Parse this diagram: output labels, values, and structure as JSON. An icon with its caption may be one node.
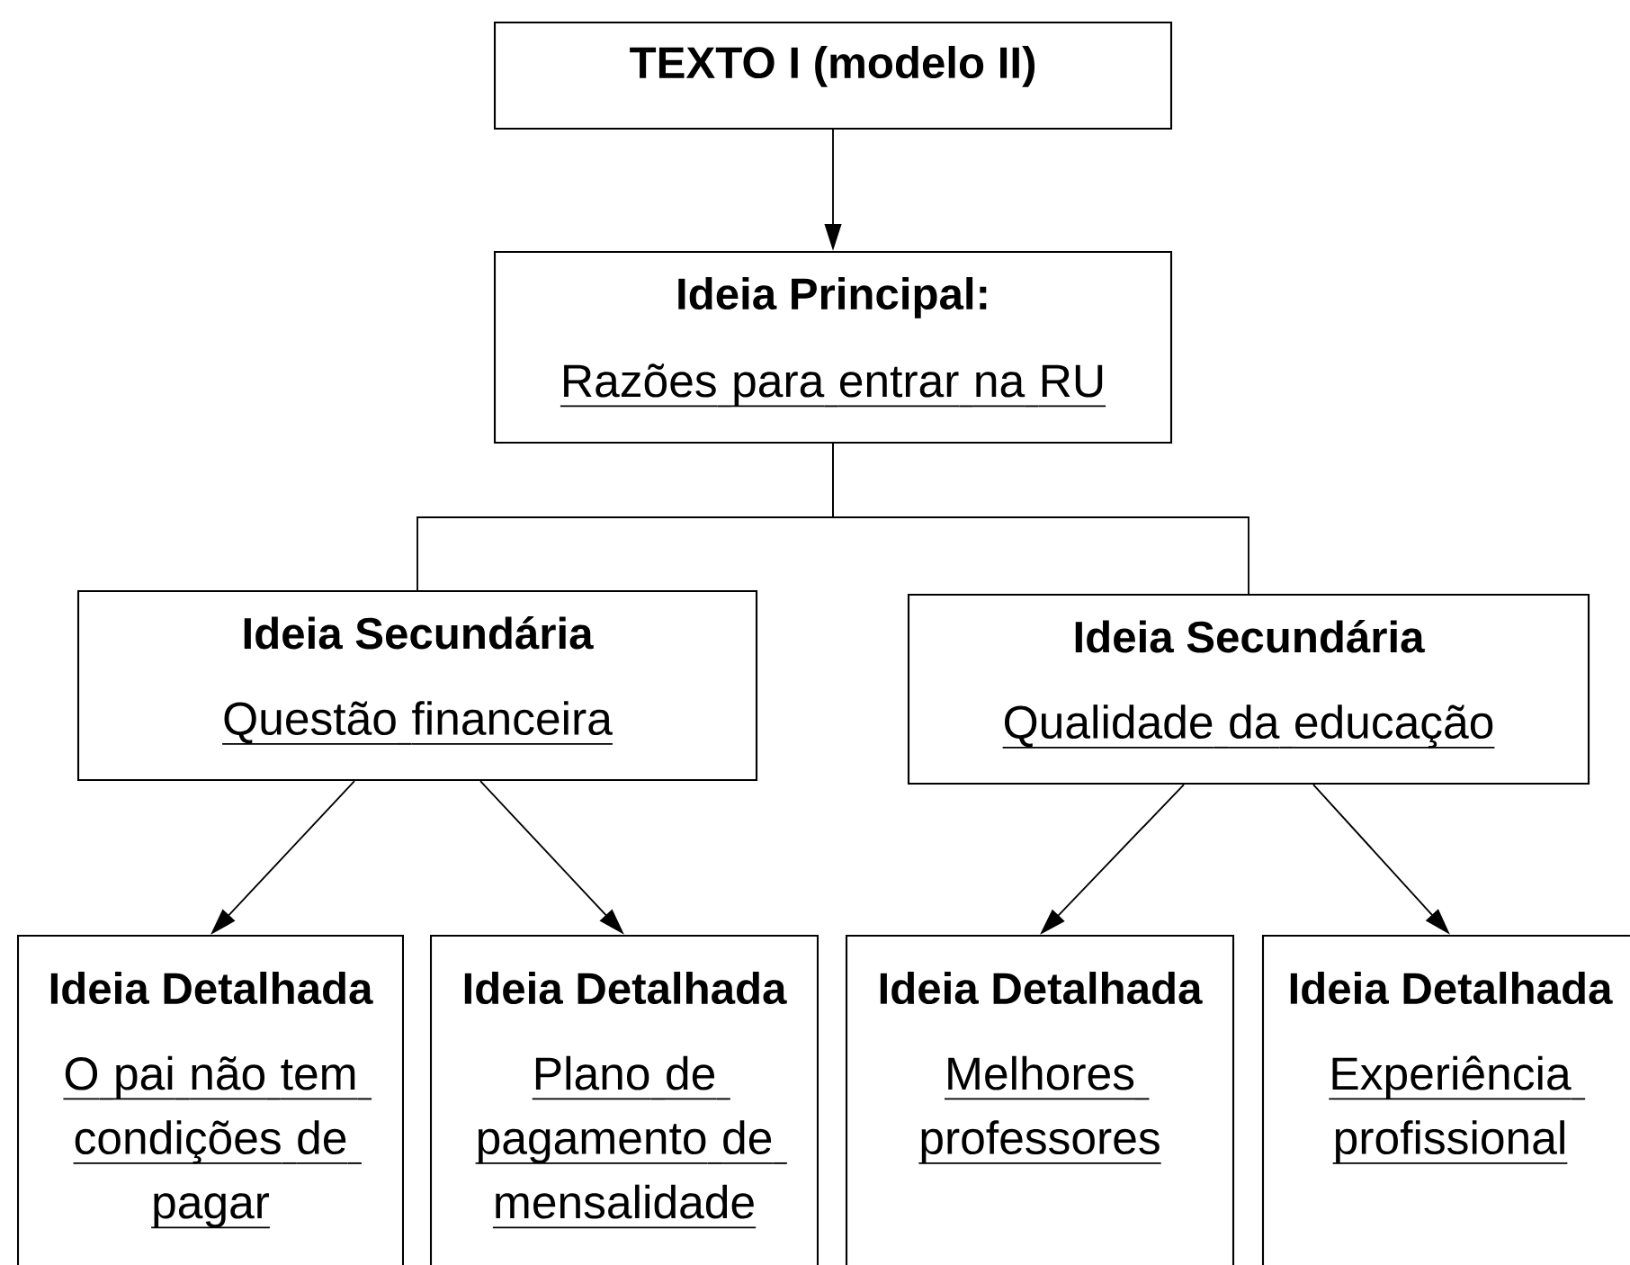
{
  "diagram": {
    "nodes": [
      {
        "text": [
          "TEXTO I (modelo II)"
        ]
      },
      {
        "text": [
          "Ideia Principal:",
          "Razões para entrar na RU"
        ]
      },
      {
        "text": [
          "Ideia Secundária",
          "Questão financeira"
        ]
      },
      {
        "text": [
          "Ideia Secundária",
          "Qualidade da educação"
        ]
      },
      {
        "text": [
          "Ideia Detalhada",
          "O pai não tem condições de pagar"
        ]
      },
      {
        "text": [
          "Ideia Detalhada",
          "Plano de pagamento de mensalidade"
        ]
      },
      {
        "text": [
          "Ideia Detalhada",
          "Melhores professores"
        ]
      },
      {
        "text": [
          "Ideia Detalhada",
          "Experiência profissional"
        ]
      }
    ],
    "edges": [
      {
        "from": 0,
        "to": 1,
        "arrow": "to"
      },
      {
        "from": 1,
        "to": 2,
        "arrow": "none"
      },
      {
        "from": 1,
        "to": 3,
        "arrow": "none"
      },
      {
        "from": 2,
        "to": 4,
        "arrow": "to"
      },
      {
        "from": 2,
        "to": 5,
        "arrow": "to"
      },
      {
        "from": 3,
        "to": 6,
        "arrow": "to"
      },
      {
        "from": 3,
        "to": 7,
        "arrow": "to"
      }
    ]
  }
}
